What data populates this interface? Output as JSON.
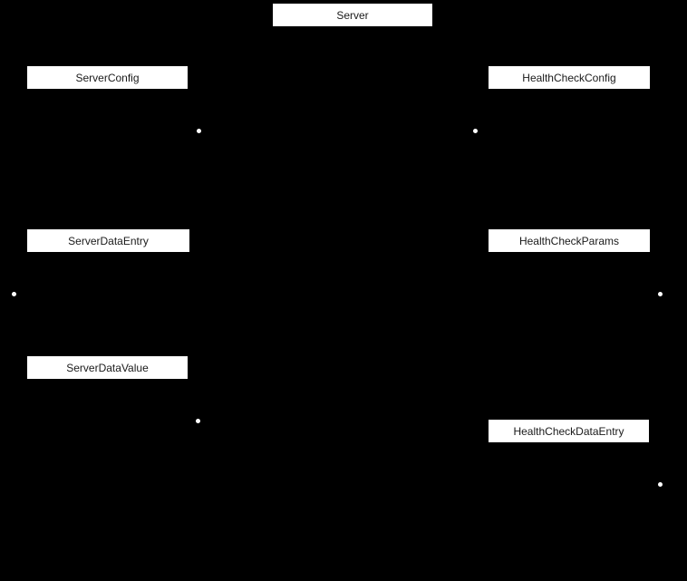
{
  "diagram": {
    "type": "graph",
    "background_color": "#000000",
    "node_style": {
      "fill_color": "#ffffff",
      "border_color": "#000000",
      "text_color": "#000000"
    },
    "junction_dots": {
      "count": 6,
      "color": "#ffffff"
    },
    "nodes": [
      {
        "id": "server",
        "label": "Server"
      },
      {
        "id": "server-config",
        "label": "ServerConfig"
      },
      {
        "id": "health-check-config",
        "label": "HealthCheckConfig"
      },
      {
        "id": "server-data-entry",
        "label": "ServerDataEntry"
      },
      {
        "id": "health-check-params",
        "label": "HealthCheckParams"
      },
      {
        "id": "server-data-value",
        "label": "ServerDataValue"
      },
      {
        "id": "health-check-data-entry",
        "label": "HealthCheckDataEntry"
      }
    ]
  }
}
